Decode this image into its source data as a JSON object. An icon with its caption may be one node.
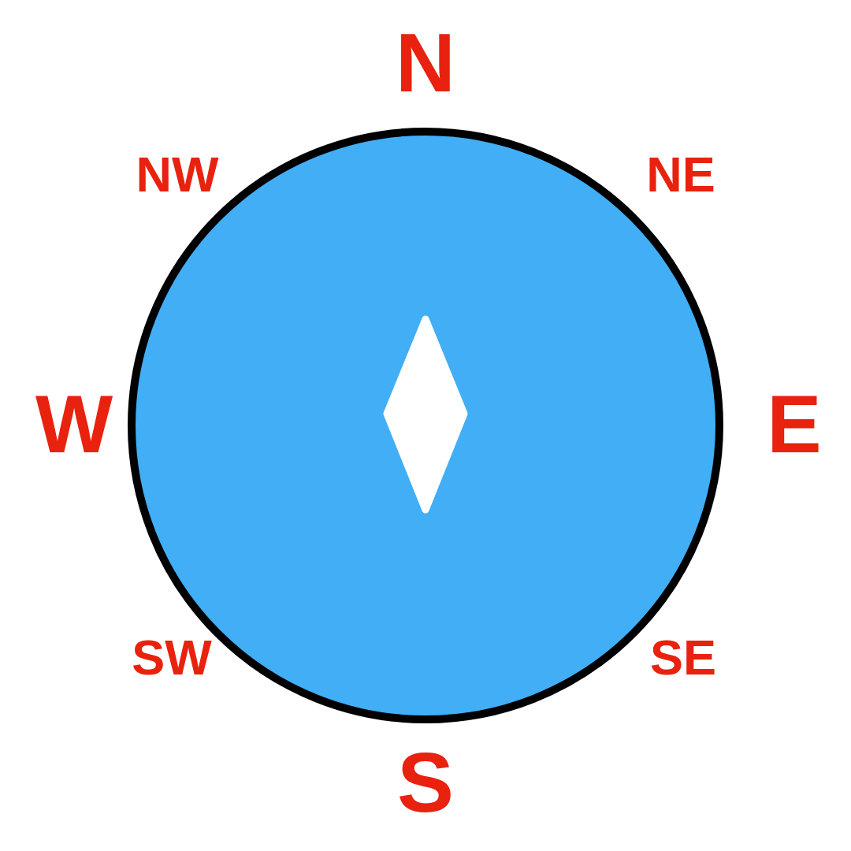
{
  "diagram": {
    "labels": [
      "N",
      "NW",
      "NE",
      "W",
      "E",
      "SW",
      "SE",
      "S"
    ]
  }
}
